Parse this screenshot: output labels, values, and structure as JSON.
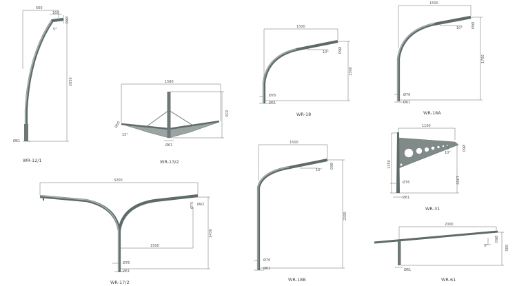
{
  "colors": {
    "pipe": "#5f6a6a",
    "highlight": "#a8b1b1",
    "dimension": "#666666"
  },
  "models": [
    {
      "name": "WR-12/1",
      "dims": {
        "width": "560",
        "arm": "160",
        "head": "Ø60",
        "angle": "5°",
        "height": "2050",
        "base": "Ø61"
      }
    },
    {
      "name": "WR-13/2",
      "dims": {
        "width": "1580",
        "height": "830",
        "head": "Ø60",
        "angle": "15°",
        "base": "Ø61"
      }
    },
    {
      "name": "WR-18",
      "dims": {
        "width": "1500",
        "angle": "10°",
        "head": "Ø60",
        "height": "1300",
        "pole": "Ø76",
        "base": "Ø61"
      }
    },
    {
      "name": "WR-18A",
      "dims": {
        "width": "1500",
        "angle": "10°",
        "head": "Ø60",
        "height": "1700",
        "pole": "Ø76",
        "base": "Ø61"
      }
    },
    {
      "name": "WR-17/2",
      "dims": {
        "width": "3200",
        "head": "Ø75",
        "tip": "Ø42",
        "height": "1430",
        "reach": "1500",
        "pole": "Ø76",
        "base": "Ø61"
      }
    },
    {
      "name": "WR-18B",
      "dims": {
        "width": "1500",
        "angle": "10°",
        "head": "Ø60",
        "height": "2200",
        "pole": "Ø76",
        "base": "Ø61"
      }
    },
    {
      "name": "WR-31",
      "dims": {
        "width": "1100",
        "height": "1150",
        "angle": "10°",
        "head": "Ø60",
        "reach": "1000",
        "pole": "Ø76",
        "base": "Ø61"
      }
    },
    {
      "name": "WR-61",
      "dims": {
        "width": "2000",
        "angle": "5°",
        "head": "Ø60",
        "height": "680",
        "base": "Ø61"
      }
    }
  ]
}
